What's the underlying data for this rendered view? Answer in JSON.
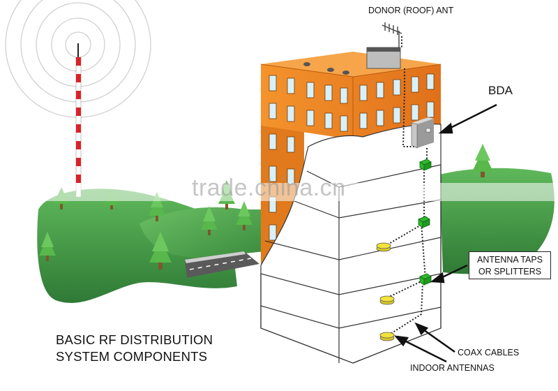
{
  "title_line1": "BASIC RF DISTRIBUTION",
  "title_line2": "SYSTEM COMPONENTS",
  "labels": {
    "donor": "DONOR (ROOF) ANT",
    "bda": "BDA",
    "taps_line1": "ANTENNA TAPS",
    "taps_line2": "OR SPLITTERS",
    "coax": "COAX CABLES",
    "indoor": "INDOOR ANTENNAS"
  },
  "watermark": "trade.china.cn",
  "colors": {
    "building_orange": "#f08a24",
    "window_blue": "#d8f0f8",
    "grass_green": "#3f9a44",
    "grass_dark": "#2f7a36",
    "tower_red": "#d8232a",
    "antenna_yellow": "#f2e23a",
    "splitter_green": "#2eb82e",
    "bda_gray": "#c8c8c8"
  }
}
